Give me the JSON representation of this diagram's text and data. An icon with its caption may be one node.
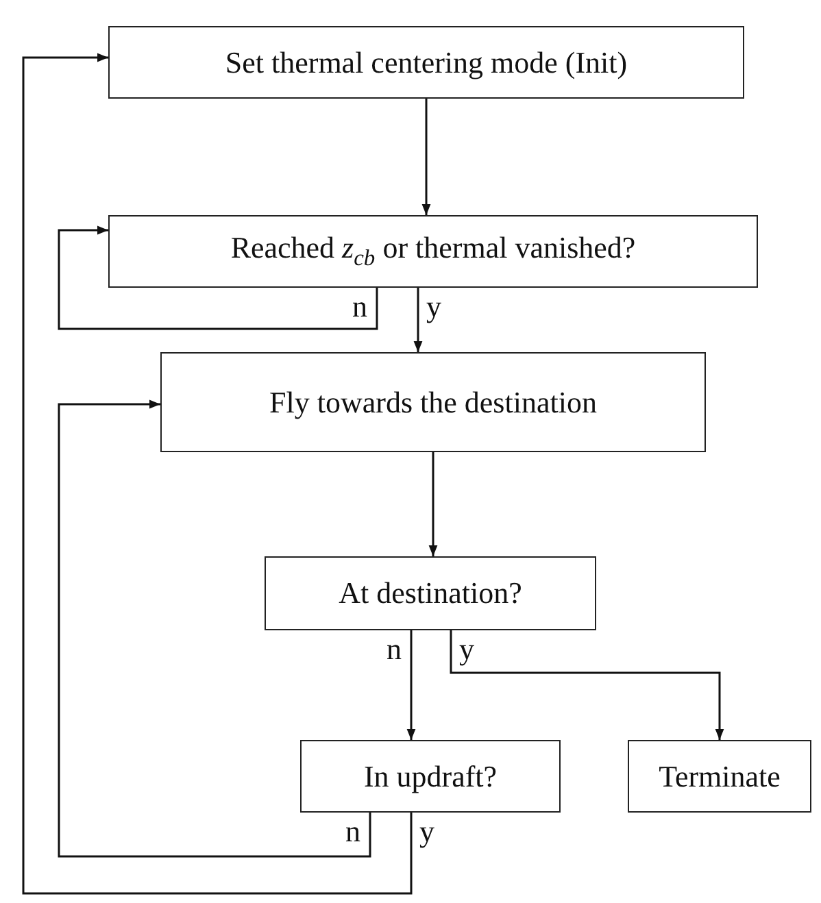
{
  "diagram": {
    "nodes": [
      {
        "text": [
          "Set thermal centering mode (Init)"
        ]
      },
      {
        "text": [
          "Reached *z*$_{cb}$ or thermal vanished?"
        ]
      },
      {
        "text": [
          "Fly towards the destination"
        ]
      },
      {
        "text": [
          "At destination?"
        ]
      },
      {
        "text": [
          "In updraft?"
        ]
      },
      {
        "text": [
          "Terminate"
        ]
      }
    ],
    "edges": [
      {
        "from": 0,
        "to": 1,
        "arrow": "to"
      },
      {
        "from": 1,
        "to": 1,
        "arrow": "to",
        "label": "n"
      },
      {
        "from": 1,
        "to": 2,
        "arrow": "to",
        "label": "y"
      },
      {
        "from": 2,
        "to": 3,
        "arrow": "to"
      },
      {
        "from": 3,
        "to": 4,
        "arrow": "to",
        "label": "n"
      },
      {
        "from": 3,
        "to": 5,
        "arrow": "to",
        "label": "y"
      },
      {
        "from": 4,
        "to": 2,
        "arrow": "to",
        "label": "n"
      },
      {
        "from": 4,
        "to": 0,
        "arrow": "to",
        "label": "y"
      }
    ]
  }
}
